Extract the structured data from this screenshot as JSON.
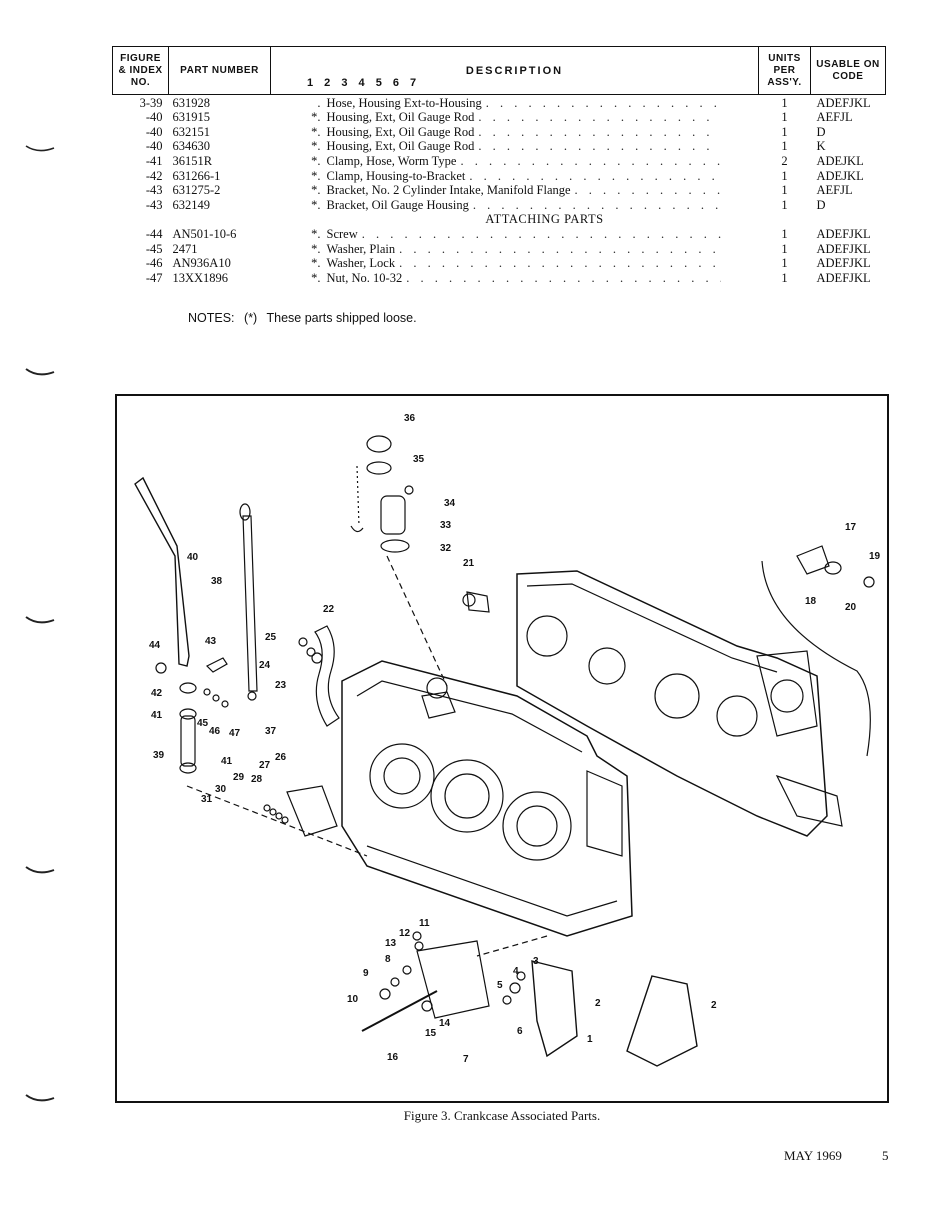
{
  "header": {
    "figure_index": "FIGURE & INDEX NO.",
    "part_number": "PART NUMBER",
    "description": "DESCRIPTION",
    "indent_levels": "1 2 3 4 5 6 7",
    "units_per_assy": "UNITS PER ASS'Y.",
    "usable_on_code": "USABLE ON CODE"
  },
  "rows": [
    {
      "index": "3-39",
      "part_number": "631928",
      "marker": ".",
      "description": "Hose, Housing Ext-to-Housing",
      "units": "1",
      "code": "ADEFJKL"
    },
    {
      "index": "-40",
      "part_number": "631915",
      "marker": "*.",
      "description": "Housing, Ext, Oil Gauge Rod",
      "units": "1",
      "code": "AEFJL"
    },
    {
      "index": "-40",
      "part_number": "632151",
      "marker": "*.",
      "description": "Housing, Ext, Oil Gauge Rod",
      "units": "1",
      "code": "D"
    },
    {
      "index": "-40",
      "part_number": "634630",
      "marker": "*.",
      "description": "Housing, Ext, Oil Gauge Rod",
      "units": "1",
      "code": "K"
    },
    {
      "index": "-41",
      "part_number": "36151R",
      "marker": "*.",
      "description": "Clamp, Hose, Worm Type",
      "units": "2",
      "code": "ADEJKL"
    },
    {
      "index": "-42",
      "part_number": "631266-1",
      "marker": "*.",
      "description": "Clamp, Housing-to-Bracket",
      "units": "1",
      "code": "ADEJKL"
    },
    {
      "index": "-43",
      "part_number": "631275-2",
      "marker": "*.",
      "description": "Bracket, No. 2 Cylinder Intake, Manifold Flange",
      "units": "1",
      "code": "AEFJL"
    },
    {
      "index": "-43",
      "part_number": "632149",
      "marker": "*.",
      "description": "Bracket, Oil Gauge Housing",
      "units": "1",
      "code": "D"
    }
  ],
  "attaching_parts_label": "ATTACHING PARTS",
  "attaching_rows": [
    {
      "index": "-44",
      "part_number": "AN501-10-6",
      "marker": "*.",
      "description": "Screw",
      "units": "1",
      "code": "ADEFJKL"
    },
    {
      "index": "-45",
      "part_number": "2471",
      "marker": "*.",
      "description": "Washer, Plain",
      "units": "1",
      "code": "ADEFJKL"
    },
    {
      "index": "-46",
      "part_number": "AN936A10",
      "marker": "*.",
      "description": "Washer, Lock",
      "units": "1",
      "code": "ADEFJKL"
    },
    {
      "index": "-47",
      "part_number": "13XX1896",
      "marker": "*.",
      "description": "Nut, No. 10-32",
      "units": "1",
      "code": "ADEFJKL"
    }
  ],
  "notes": {
    "label": "NOTES:",
    "symbol": "(*)",
    "text": "These parts shipped loose."
  },
  "figure": {
    "caption": "Figure 3.   Crankcase Associated Parts.",
    "callouts": [
      "36",
      "35",
      "34",
      "33",
      "32",
      "21",
      "17",
      "19",
      "18",
      "20",
      "40",
      "38",
      "22",
      "25",
      "24",
      "23",
      "44",
      "43",
      "42",
      "45",
      "46",
      "47",
      "41",
      "37",
      "39",
      "41",
      "26",
      "27",
      "29",
      "28",
      "30",
      "31",
      "11",
      "12",
      "13",
      "9",
      "8",
      "10",
      "5",
      "4",
      "3",
      "2",
      "6",
      "15",
      "14",
      "16",
      "7",
      "1",
      "2"
    ]
  },
  "footer": {
    "date": "MAY 1969",
    "page": "5"
  }
}
